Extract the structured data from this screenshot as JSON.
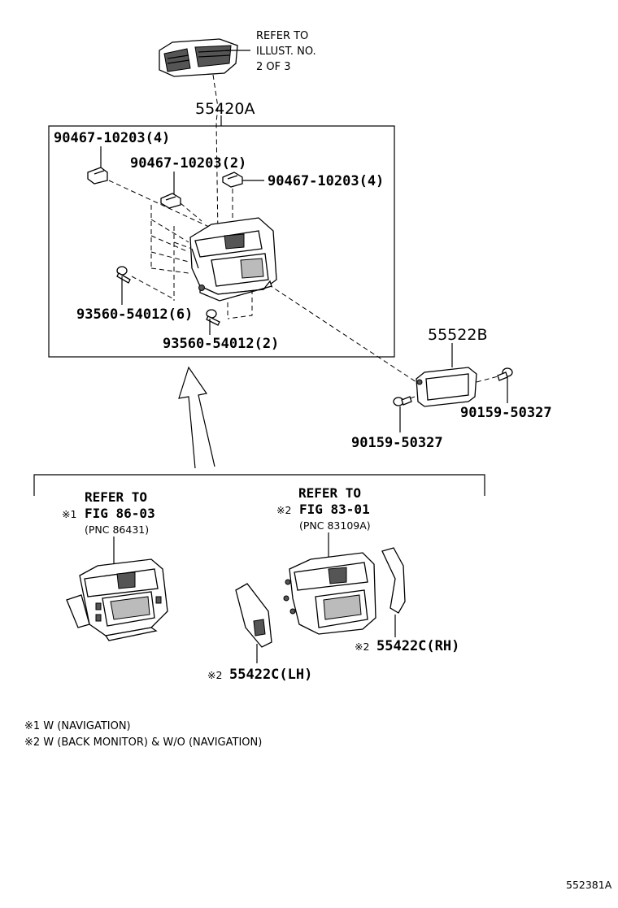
{
  "refer_top": {
    "line1": "REFER  TO",
    "line2": "ILLUST. NO.",
    "line3": "2 OF 3"
  },
  "assembly_label": "55420A",
  "parts": {
    "clip_a": "90467-10203(4)",
    "clip_b": "90467-10203(2)",
    "clip_c": "90467-10203(4)",
    "screw_a": "93560-54012(6)",
    "screw_b": "93560-54012(2)",
    "panel": "55522B",
    "screw_c": "90159-50327",
    "screw_d": "90159-50327",
    "lh_mark": "※2",
    "lh": "55422C(LH)",
    "rh_mark": "※2",
    "rh": "55422C(RH)"
  },
  "ref1": {
    "line1": "REFER  TO",
    "mark": "※1",
    "fig": "FIG 86-03",
    "pnc": "(PNC 86431)"
  },
  "ref2": {
    "line1": "REFER  TO",
    "mark": "※2",
    "fig": "FIG 83-01",
    "pnc": "(PNC 83109A)"
  },
  "notes": {
    "n1": "※1 W (NAVIGATION)",
    "n2": "※2 W (BACK MONITOR) & W/O (NAVIGATION)"
  },
  "diagram_id": "552381A"
}
